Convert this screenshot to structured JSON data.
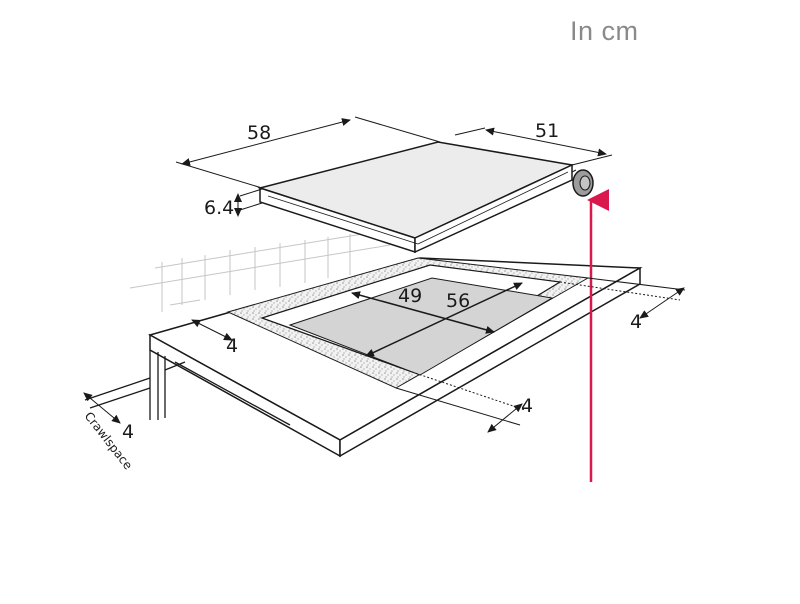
{
  "units_label": "In cm",
  "dimensions": {
    "hob_width": "58",
    "hob_depth": "51",
    "hob_height": "6.4",
    "cutout_width": "56",
    "cutout_depth": "49",
    "front_clearance": "4",
    "right_clearance": "4",
    "left_clearance": "4",
    "rear_clearance": "4"
  },
  "crawlspace_label": "Crawlspace",
  "colors": {
    "line": "#1a1a1a",
    "hob_top": "#ececec",
    "cutout": "#d4d4d4",
    "tile": "#c8c8c8",
    "accent_arrow": "#d9184e",
    "units_text": "#8a8a8a"
  }
}
